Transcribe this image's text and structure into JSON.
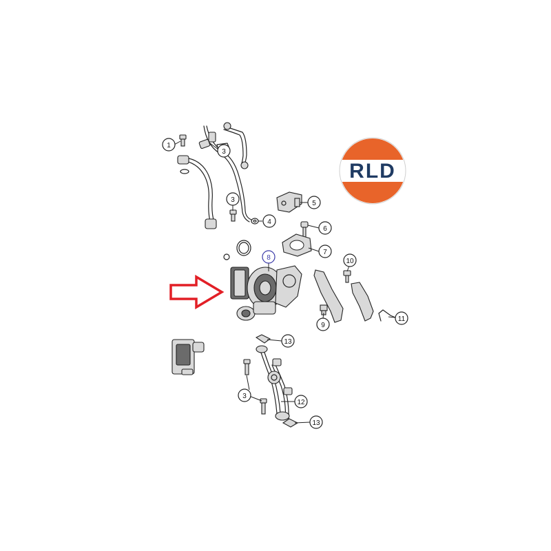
{
  "logo": {
    "text": "RLD",
    "color_top": "#e8642a",
    "color_bottom": "#e8642a",
    "text_color": "#1f3b63"
  },
  "arrow": {
    "color": "#e21f26"
  },
  "callouts": [
    {
      "id": "c1",
      "label": "1"
    },
    {
      "id": "c3a",
      "label": "3"
    },
    {
      "id": "c3b",
      "label": "3"
    },
    {
      "id": "c4",
      "label": "4"
    },
    {
      "id": "c5",
      "label": "5"
    },
    {
      "id": "c6",
      "label": "6"
    },
    {
      "id": "c7",
      "label": "7"
    },
    {
      "id": "c8",
      "label": "8"
    },
    {
      "id": "c9",
      "label": "9"
    },
    {
      "id": "c10",
      "label": "10"
    },
    {
      "id": "c11",
      "label": "11"
    },
    {
      "id": "c13a",
      "label": "13"
    },
    {
      "id": "c3c",
      "label": "3"
    },
    {
      "id": "c12",
      "label": "12"
    },
    {
      "id": "c13b",
      "label": "13"
    }
  ]
}
